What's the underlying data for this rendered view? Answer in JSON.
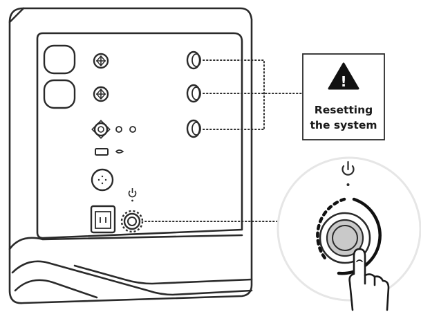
{
  "callout": {
    "line1": "Resetting",
    "line2": "the system",
    "icon": "warning-triangle-icon",
    "icon_mark": "!"
  },
  "power": {
    "icon": "power-icon",
    "led": "led-indicator"
  },
  "colors": {
    "line": "#2a2a2a",
    "panel_fill": "#ffffff",
    "zoom_circle": "#e6e6e6",
    "button_gray": "#c9c9c9",
    "warning_fill": "#111111"
  }
}
